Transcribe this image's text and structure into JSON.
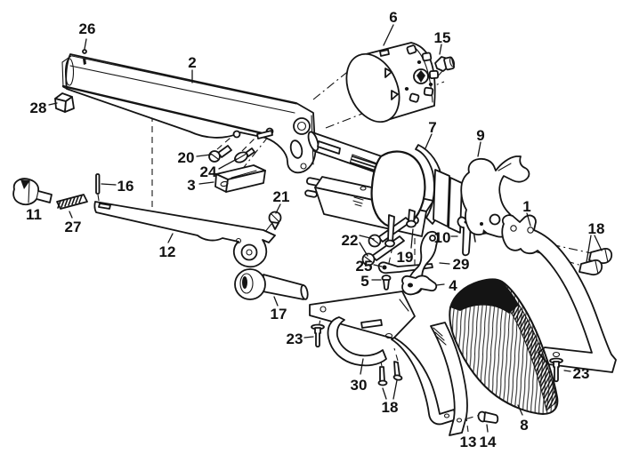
{
  "figure": {
    "background": "#ffffff",
    "ink": "#141414",
    "kind": "exploded parts diagram"
  },
  "callouts": [
    {
      "n": "26"
    },
    {
      "n": "2"
    },
    {
      "n": "6"
    },
    {
      "n": "15"
    },
    {
      "n": "28"
    },
    {
      "n": "20"
    },
    {
      "n": "24"
    },
    {
      "n": "3"
    },
    {
      "n": "21"
    },
    {
      "n": "16"
    },
    {
      "n": "11"
    },
    {
      "n": "27"
    },
    {
      "n": "12"
    },
    {
      "n": "17"
    },
    {
      "n": "7"
    },
    {
      "n": "9"
    },
    {
      "n": "1"
    },
    {
      "n": "18"
    },
    {
      "n": "22"
    },
    {
      "n": "25"
    },
    {
      "n": "5"
    },
    {
      "n": "19"
    },
    {
      "n": "29"
    },
    {
      "n": "10"
    },
    {
      "n": "4"
    },
    {
      "n": "23"
    },
    {
      "n": "30"
    },
    {
      "n": "18"
    },
    {
      "n": "13"
    },
    {
      "n": "14"
    },
    {
      "n": "8"
    },
    {
      "n": "23"
    }
  ]
}
